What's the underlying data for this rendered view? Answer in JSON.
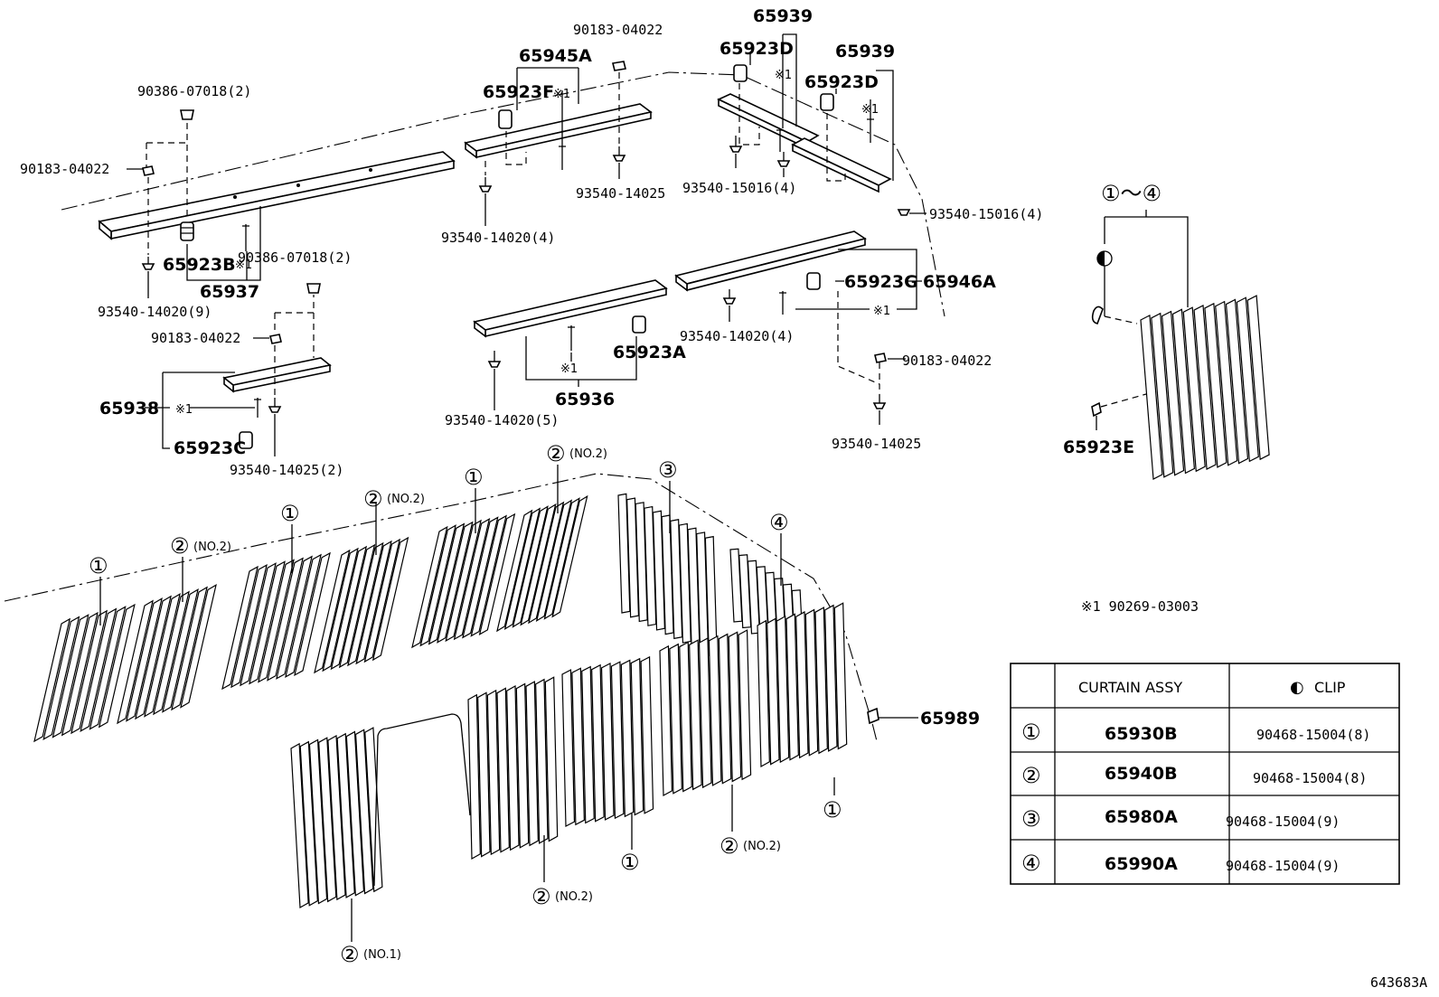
{
  "callouts": {
    "c90386_07018_top": "90386-07018(2)",
    "c90183_04022_left": "90183-04022",
    "c65923B": "65923B",
    "c65937": "65937",
    "x1_65937": "※1",
    "c93540_14020_9": "93540-14020(9)",
    "c90386_07018_mid": "90386-07018(2)",
    "c90183_04022_mid": "90183-04022",
    "c65938": "65938",
    "x1_65938": "※1",
    "c65923C": "65923C",
    "c93540_14025_2": "93540-14025(2)",
    "c90183_04022_top": "90183-04022",
    "c65945A": "65945A",
    "c65923F": "65923F",
    "x1_65945A": "※1",
    "c93540_14025_top": "93540-14025",
    "c93540_14020_4_top": "93540-14020(4)",
    "c65939_a": "65939",
    "c65923D_a": "65923D",
    "x1_65939_a": "※1",
    "c65939_b": "65939",
    "c65923D_b": "65923D",
    "x1_65939_b": "※1",
    "c93540_15016_4_a": "93540-15016(4)",
    "c93540_15016_4_b": "93540-15016(4)",
    "c65923G": "65923G",
    "c65946A": "65946A",
    "x1_65946A": "※1",
    "c93540_14020_4_mid": "93540-14020(4)",
    "c90183_04022_right": "90183-04022",
    "c93540_14025_right": "93540-14025",
    "c65923A": "65923A",
    "c65936": "65936",
    "x1_65936": "※1",
    "c93540_14020_5": "93540-14020(5)",
    "range_label": "①～④",
    "c65923E": "65923E",
    "c65989": "65989",
    "note_x1": "※1 90269-03003",
    "ref_code": "643683A"
  },
  "curtain_markers": {
    "m1": "①",
    "m2": "②",
    "m2_label": "(NO.2)",
    "m3": "①",
    "m4": "②",
    "m4_label": "(NO.2)",
    "m5": "①",
    "m6": "②",
    "m6_label": "(NO.2)",
    "m7": "③",
    "m8": "④",
    "m9": "①",
    "m10": "②",
    "m10_label": "(NO.2)",
    "m11": "①",
    "m12": "②",
    "m12_label": "(NO.2)",
    "m13": "②",
    "m13_label": "(NO.1)"
  },
  "table": {
    "header_col2": "CURTAIN ASSY",
    "header_col3_symbol": "◐",
    "header_col3": "CLIP",
    "rows": [
      {
        "marker": "①",
        "assy": "65930B",
        "clip": "90468-15004(8)"
      },
      {
        "marker": "②",
        "assy": "65940B",
        "clip": "90468-15004(8)"
      },
      {
        "marker": "③",
        "assy": "65980A",
        "clip": "90468-15004(9)"
      },
      {
        "marker": "④",
        "assy": "65990A",
        "clip": "90468-15004(9)"
      }
    ]
  },
  "clip_symbol": "◐"
}
